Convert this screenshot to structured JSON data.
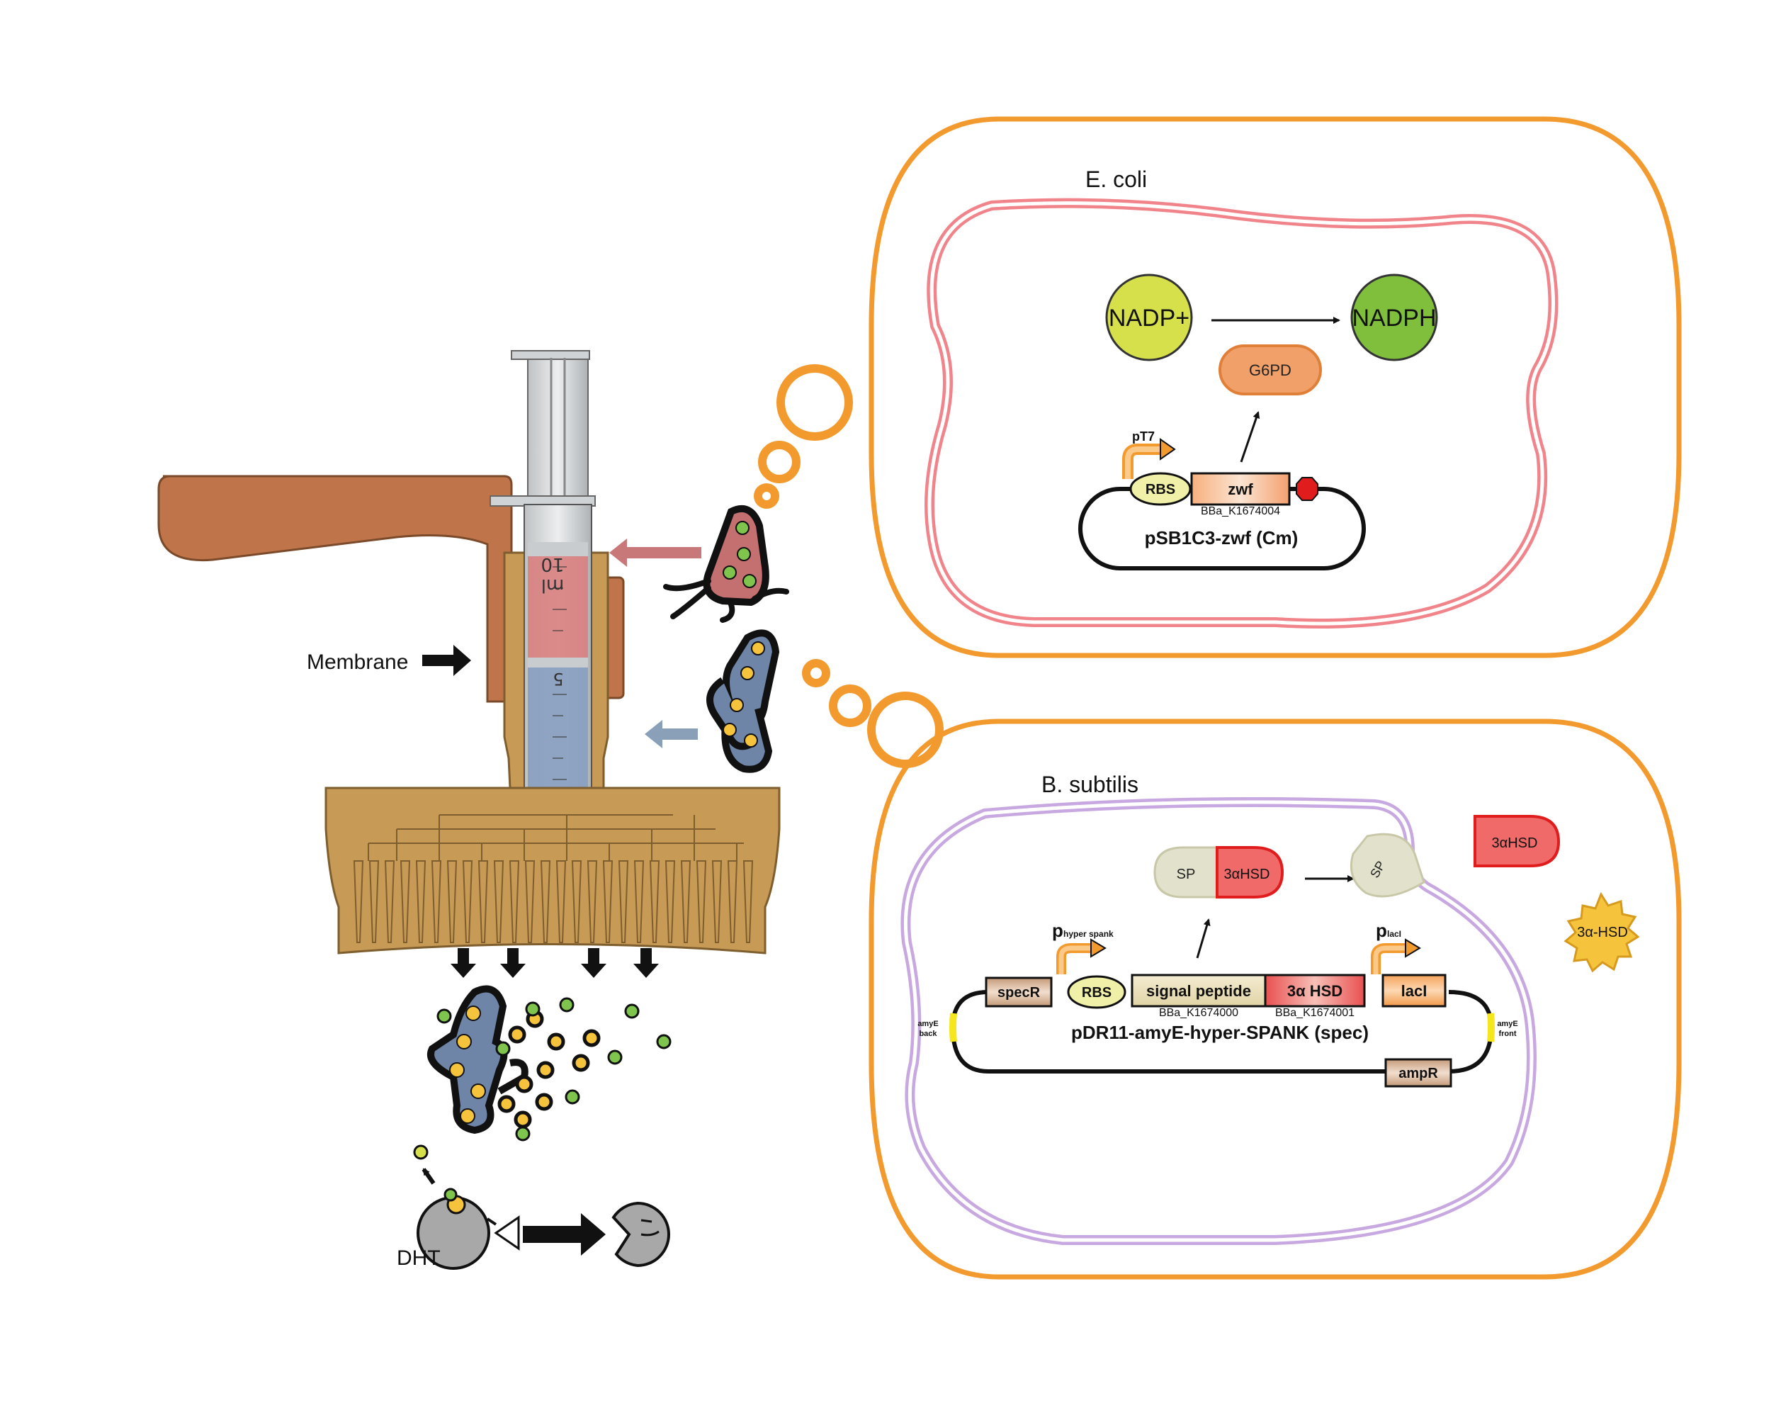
{
  "colors": {
    "orange_outline": "#f39a2e",
    "ecoli_membrane": "#f0848a",
    "bsub_membrane": "#c8a8e0",
    "device_gold": "#c79a55",
    "clamp_brown": "#c0744a",
    "syringe_red": "#d98080",
    "syringe_blue": "#8aa0c0",
    "nadp_fill": "#d6e04a",
    "nadph_fill": "#7fbf3c",
    "g6pd_fill": "#f2a06a",
    "hsd_red": "#f06a6a",
    "sp_fill": "#e2e2cc",
    "rbs_fill": "#f0f0a8",
    "stop_red": "#e01c1c",
    "yellow_marker": "#f5e61e"
  },
  "left": {
    "membrane_label": "Membrane",
    "syringe_scale_top": "10",
    "syringe_scale_unit": "ml",
    "syringe_scale_mid": "5",
    "dht_label": "DHT"
  },
  "ecoli": {
    "title": "E. coli",
    "nadp_label": "NADP+",
    "nadph_label": "NADPH",
    "enzyme_label": "G6PD",
    "promoter_label": "pT7",
    "rbs_label": "RBS",
    "gene_label": "zwf",
    "biobrick_label": "BBa_K1674004",
    "plasmid_label": "pSB1C3-zwf (Cm)"
  },
  "bsub": {
    "title": "B. subtilis",
    "sp_label": "SP",
    "hsd_label": "3αHSD",
    "sp_anchor_label": "SP",
    "free_hsd_label": "3αHSD",
    "star_label": "3α-HSD",
    "promoter1_main": "p",
    "promoter1_sub": "hyper spank",
    "promoter2_main": "p",
    "promoter2_sub": "lacI",
    "specR_label": "specR",
    "rbs_label": "RBS",
    "signal_label": "signal peptide",
    "hsd_gene_label": "3α HSD",
    "laci_label": "lacI",
    "biobrick1_label": "BBa_K1674000",
    "biobrick2_label": "BBa_K1674001",
    "plasmid_label": "pDR11-amyE-hyper-SPANK (spec)",
    "amye_back_1": "amyE",
    "amye_back_2": "back",
    "amye_front_1": "amyE",
    "amye_front_2": "front",
    "ampR_label": "ampR"
  }
}
